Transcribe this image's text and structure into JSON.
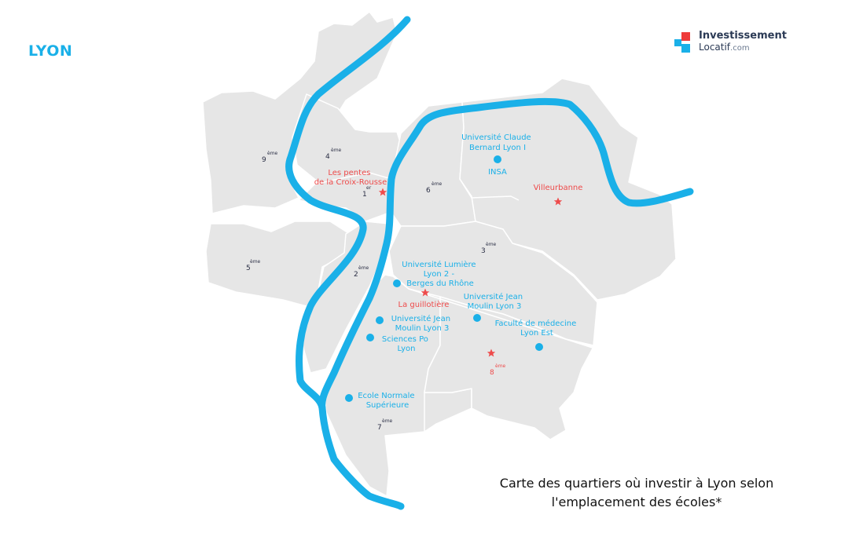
{
  "title": "LYON",
  "logo": {
    "line1": "Investissement",
    "line2": "Locatif",
    "suffix": ".com"
  },
  "caption": {
    "line1": "Carte des quartiers où investir à Lyon selon",
    "line2": "l'emplacement des écoles*"
  },
  "arrondissements": [
    {
      "num": "9",
      "sup": "ème"
    },
    {
      "num": "4",
      "sup": "ème"
    },
    {
      "num": "1",
      "sup": "er"
    },
    {
      "num": "6",
      "sup": "ème"
    },
    {
      "num": "5",
      "sup": "ème"
    },
    {
      "num": "2",
      "sup": "ème"
    },
    {
      "num": "3",
      "sup": "ème"
    },
    {
      "num": "8",
      "sup": "ème"
    },
    {
      "num": "7",
      "sup": "ème"
    }
  ],
  "neighborhoods": [
    {
      "lines": [
        "Les pentes",
        "de la Croix-Rousse"
      ]
    },
    {
      "lines": [
        "Villeurbanne"
      ]
    },
    {
      "lines": [
        "La guillotière"
      ]
    }
  ],
  "schools": [
    {
      "lines": [
        "Université Claude",
        "Bernard Lyon I"
      ]
    },
    {
      "lines": [
        "INSA"
      ]
    },
    {
      "lines": [
        "Université Lumière",
        "Lyon 2 -",
        "Berges du Rhône"
      ]
    },
    {
      "lines": [
        "Université Jean",
        "Moulin Lyon 3"
      ]
    },
    {
      "lines": [
        "Université Jean",
        "Moulin Lyon 3"
      ]
    },
    {
      "lines": [
        "Sciences Po",
        "Lyon"
      ]
    },
    {
      "lines": [
        "Faculté de médecine",
        "Lyon Est"
      ]
    },
    {
      "lines": [
        "Ecole Normale",
        "Supérieure"
      ]
    }
  ],
  "colors": {
    "river": "#1ab0e8",
    "land": "#e6e6e6",
    "border": "#ffffff",
    "star": "#ee4b4b",
    "text_dark": "#2b2f45"
  },
  "icons": {
    "school_marker": "dot",
    "neighborhood_marker": "star"
  }
}
